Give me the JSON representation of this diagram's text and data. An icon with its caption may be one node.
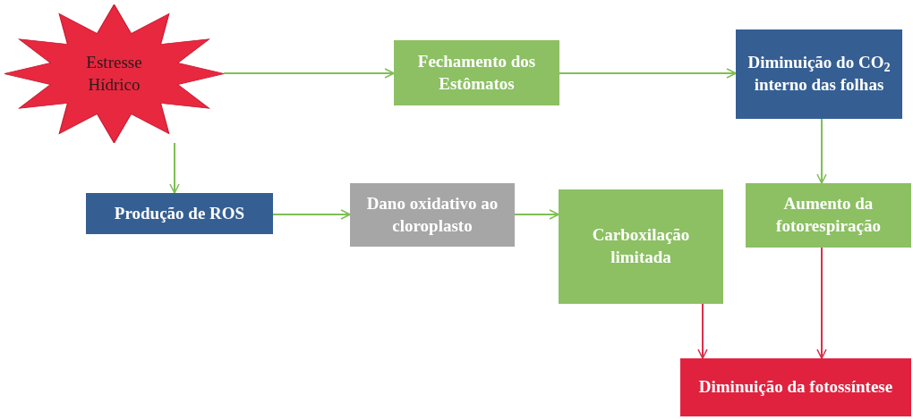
{
  "diagram": {
    "nodes": [
      {
        "text": [
          "Estresse Hídrico"
        ]
      },
      {
        "text": [
          "Fechamento dos Estômatos"
        ]
      },
      {
        "text": [
          "Diminuição do CO$_{2}$ interno das folhas"
        ]
      },
      {
        "text": [
          "Produção de ROS"
        ]
      },
      {
        "text": [
          "Dano oxidativo ao cloroplasto"
        ]
      },
      {
        "text": [
          "Carboxilação limitada"
        ]
      },
      {
        "text": [
          "Aumento da fotorespiração"
        ]
      },
      {
        "text": [
          "Diminuição da fotossíntese"
        ]
      }
    ],
    "edges": [
      {
        "from": 0,
        "to": 1,
        "arrow": "to"
      },
      {
        "from": 1,
        "to": 2,
        "arrow": "to"
      },
      {
        "from": 0,
        "to": 3,
        "arrow": "to"
      },
      {
        "from": 2,
        "to": 6,
        "arrow": "to"
      },
      {
        "from": 3,
        "to": 4,
        "arrow": "to"
      },
      {
        "from": 4,
        "to": 5,
        "arrow": "to"
      },
      {
        "from": 5,
        "to": 7,
        "arrow": "to",
        "color": "#d9304a"
      },
      {
        "from": 6,
        "to": 7,
        "arrow": "to",
        "color": "#d9304a"
      }
    ]
  }
}
